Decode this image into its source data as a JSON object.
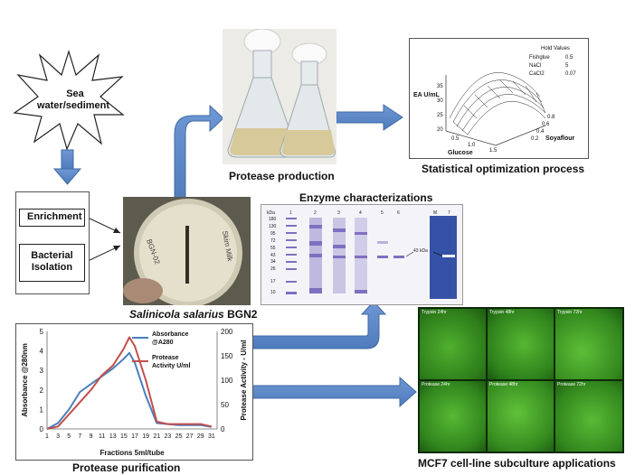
{
  "source": {
    "text_line1": "Sea",
    "text_line2": "water/sediment"
  },
  "steps": {
    "enrichment": "Enrichment",
    "isolation_line1": "Bacterial",
    "isolation_line2": "Isolation"
  },
  "strain": {
    "species": "Salinicola salarius",
    "strain_id": "BGN2"
  },
  "production": {
    "caption": "Protease production"
  },
  "optimization": {
    "caption": "Statistical optimization process",
    "hold_values_title": "Hold Values",
    "hold_values": [
      {
        "name": "Fishglue",
        "value": "0.5"
      },
      {
        "name": "NaCl",
        "value": "5"
      },
      {
        "name": "CaCl2",
        "value": "0.07"
      }
    ],
    "z_label": "EA U/mL",
    "z_ticks": [
      "35",
      "30",
      "25",
      "20"
    ],
    "x_label": "Glucose",
    "x_ticks": [
      "0.5",
      "1.0",
      "1.5"
    ],
    "y_label": "Soyaflour",
    "y_ticks": [
      "0.8",
      "0.6",
      "0.4",
      "0.2"
    ]
  },
  "characterization": {
    "caption": "Enzyme characterizations",
    "kda_label": "kDa",
    "markers": [
      "180",
      "130",
      "95",
      "72",
      "55",
      "43",
      "34",
      "26",
      "17",
      "10"
    ],
    "lanes": [
      "1",
      "2",
      "3",
      "4",
      "5",
      "6"
    ],
    "band_label": "43 kDa",
    "zym_lanes": [
      "M",
      "7"
    ]
  },
  "mcf7": {
    "caption": "MCF7 cell-line subculture applications",
    "panel_labels": [
      "Trypsin 24hr",
      "Trypsin 48hr",
      "Trypsin 72hr",
      "Protease 24hr",
      "Protease 48hr",
      "Protease 72hr"
    ]
  },
  "purification": {
    "caption": "Protease purification"
  },
  "chart_data": {
    "type": "line",
    "xlabel": "Fractions  5ml/tube",
    "ylabel_left": "Absorbance @280nm",
    "ylabel_right": "Protease Activity - U/ml",
    "x_ticks": [
      1,
      3,
      5,
      7,
      9,
      11,
      13,
      15,
      17,
      19,
      21,
      23,
      25,
      27,
      29,
      31
    ],
    "x": [
      1,
      3,
      5,
      7,
      9,
      11,
      13,
      15,
      16,
      17,
      19,
      21,
      23,
      25,
      27,
      29,
      31
    ],
    "xlim": [
      1,
      32
    ],
    "ylim_left": [
      0,
      5
    ],
    "ylim_right": [
      0,
      200
    ],
    "y_ticks_left": [
      0,
      1,
      2,
      3,
      4,
      5
    ],
    "y_ticks_right": [
      0,
      50,
      100,
      150,
      200
    ],
    "grid": false,
    "legend_position": "top-right",
    "series": [
      {
        "name": "Absorbance @A280",
        "axis": "left",
        "color": "#4a7ebb",
        "values": [
          0.0,
          0.3,
          1.0,
          1.9,
          2.3,
          2.7,
          3.1,
          3.6,
          3.9,
          3.4,
          1.7,
          0.3,
          0.25,
          0.2,
          0.2,
          0.2,
          0.1
        ]
      },
      {
        "name": "Protease Activity U/ml",
        "axis": "right",
        "color": "#c0504d",
        "values": [
          0,
          5,
          30,
          55,
          80,
          110,
          130,
          165,
          188,
          170,
          100,
          15,
          10,
          10,
          10,
          10,
          5
        ]
      }
    ]
  },
  "colors": {
    "arrow": "#5b87c5",
    "arrow_edge": "#3f6aa6",
    "line_blue": "#4a7ebb",
    "line_red": "#c0504d"
  }
}
